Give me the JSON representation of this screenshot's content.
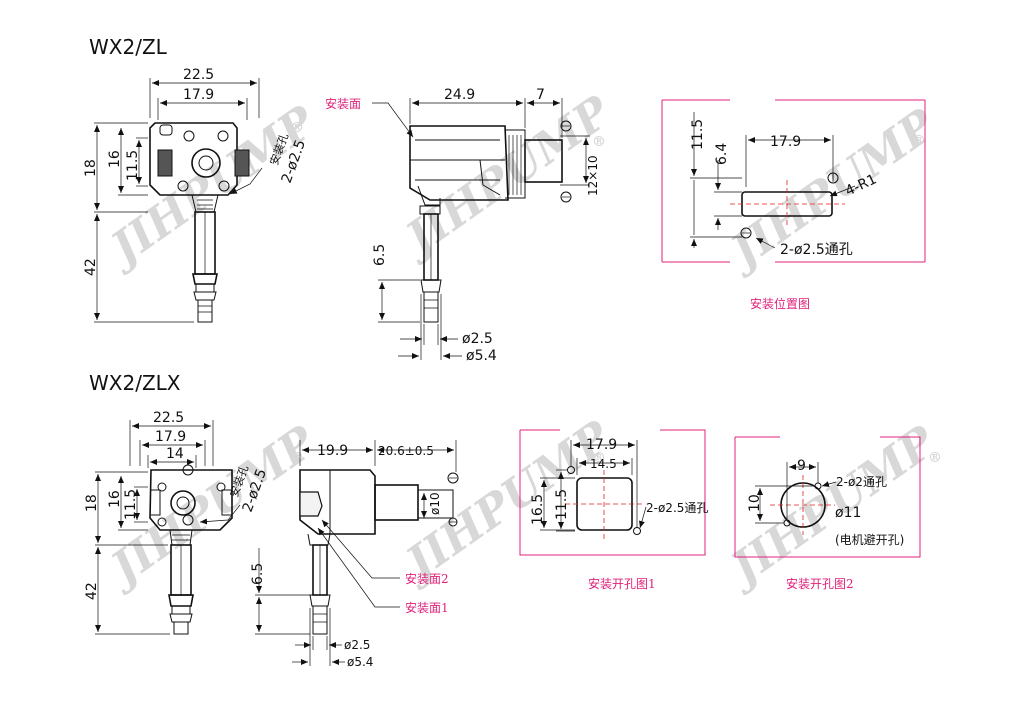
{
  "watermark": {
    "text": "JIHPUMP",
    "mark": "®"
  },
  "zl": {
    "title": "WX2/ZL",
    "front": {
      "d1": "22.5",
      "d2": "17.9",
      "h1": "18",
      "h2": "16",
      "h3": "11.5",
      "h4": "42",
      "hole_label": "安装孔",
      "hole_dim": "2-ø2.5"
    },
    "side": {
      "face_label": "安装面",
      "d1": "24.9",
      "d2": "7",
      "d3": "12×10",
      "d4": "6.5",
      "d5": "ø2.5",
      "d6": "ø5.4"
    },
    "position": {
      "h1": "11.5",
      "h2": "6.4",
      "w": "17.9",
      "radius": "4-R1",
      "holes": "2-ø2.5通孔",
      "caption": "安装位置图"
    }
  },
  "zlx": {
    "title": "WX2/ZLX",
    "front": {
      "d1": "22.5",
      "d2": "17.9",
      "d3": "14",
      "h1": "18",
      "h2": "16",
      "h3": "11.5",
      "h4": "42",
      "hole_label": "安装孔",
      "hole_dim": "2-ø2.5"
    },
    "side": {
      "d1": "19.9",
      "d2": "20.6±0.5",
      "d3": "ø10",
      "d4": "6.5",
      "d5": "ø2.5",
      "d6": "ø5.4",
      "face2": "安装面2",
      "face1": "安装面1"
    },
    "cut1": {
      "w1": "17.9",
      "w2": "14.5",
      "h1": "16.5",
      "h2": "11.5",
      "holes": "2-ø2.5通孔",
      "caption": "安装开孔图1"
    },
    "cut2": {
      "w": "9",
      "h": "10",
      "holes": "2-ø2通孔",
      "dia": "ø11",
      "note": "(电机避开孔)",
      "caption": "安装开孔图2"
    }
  }
}
